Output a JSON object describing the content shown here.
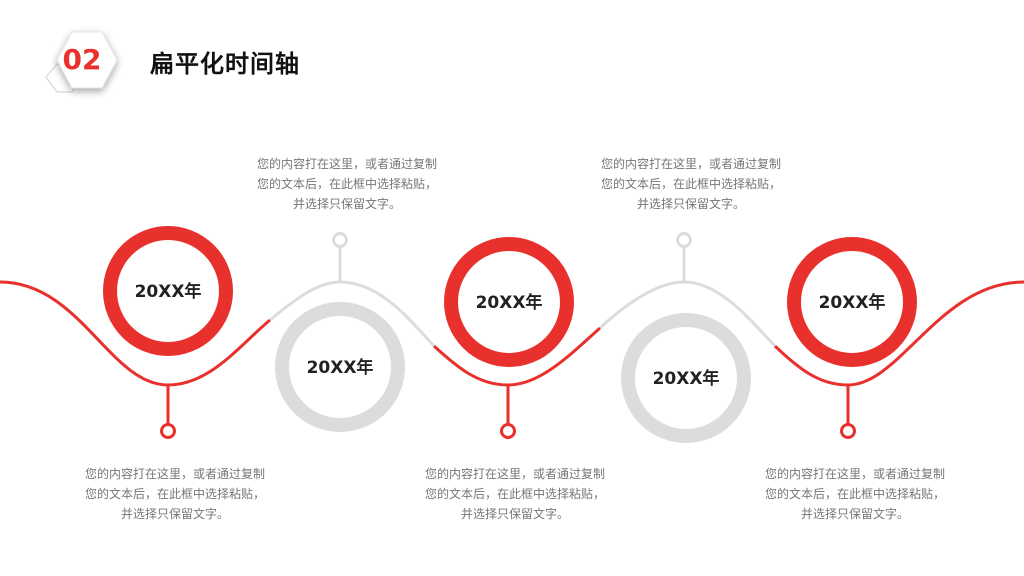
{
  "header": {
    "badge_number": "02",
    "title": "扁平化时间轴"
  },
  "colors": {
    "accent_red": "#e8312c",
    "neutral_gray": "#dcdcdc",
    "text_dark": "#222222",
    "text_muted": "#777777"
  },
  "milestones": [
    {
      "year": "20XX年",
      "color": "red",
      "description": [
        "您的内容打在这里，或者通过复制",
        "您的文本后，在此框中选择粘贴，",
        "并选择只保留文字。"
      ]
    },
    {
      "year": "20XX年",
      "color": "gray",
      "description": [
        "您的内容打在这里，或者通过复制",
        "您的文本后，在此框中选择粘贴，",
        "并选择只保留文字。"
      ]
    },
    {
      "year": "20XX年",
      "color": "red",
      "description": [
        "您的内容打在这里，或者通过复制",
        "您的文本后，在此框中选择粘贴，",
        "并选择只保留文字。"
      ]
    },
    {
      "year": "20XX年",
      "color": "gray",
      "description": [
        "您的内容打在这里，或者通过复制",
        "您的文本后，在此框中选择粘贴，",
        "并选择只保留文字。"
      ]
    },
    {
      "year": "20XX年",
      "color": "red",
      "description": [
        "您的内容打在这里，或者通过复制",
        "您的文本后，在此框中选择粘贴，",
        "并选择只保留文字。"
      ]
    }
  ]
}
